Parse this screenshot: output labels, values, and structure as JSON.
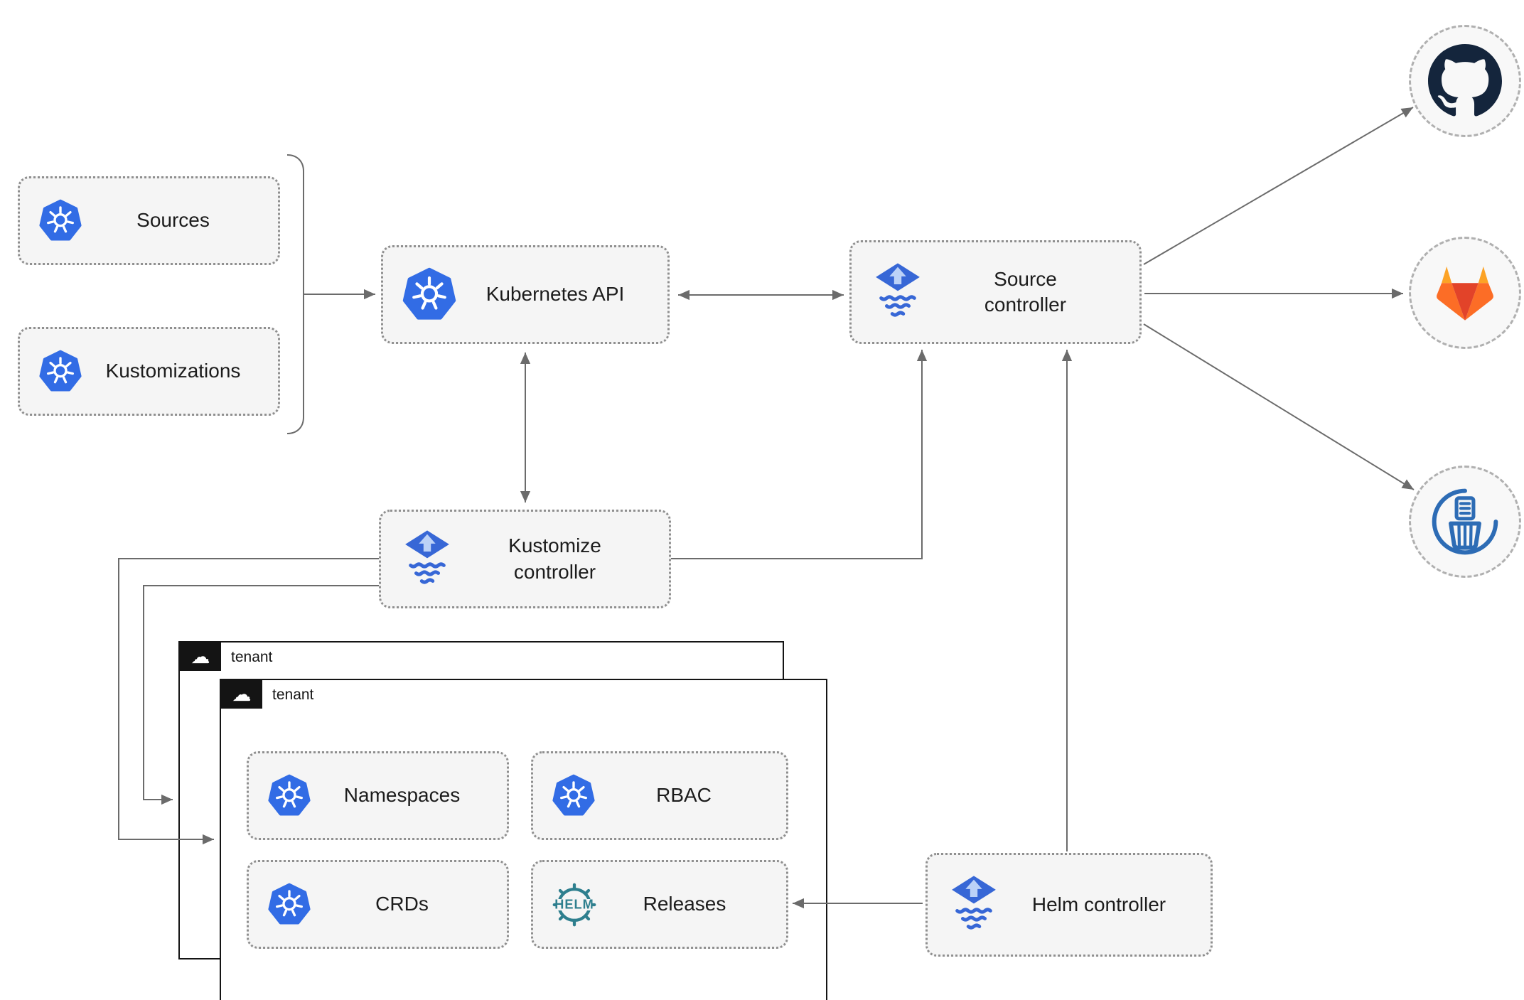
{
  "colors": {
    "kubernetes_blue": "#326ce5",
    "flux_blue": "#3767d6",
    "flux_arrow_light": "#bcd2f7",
    "helm_teal": "#2e7f8e",
    "github_dark": "#14253c",
    "gitlab_red": "#e24329",
    "gitlab_orange": "#fc6d26",
    "gitlab_yellow": "#fca326",
    "bucket_blue": "#2d6cb5",
    "connector_gray": "#6b6b6b"
  },
  "glyphs": {
    "cloud": "☁"
  },
  "nodes": {
    "sources": {
      "label": "Sources",
      "icon": "kubernetes-icon"
    },
    "kustomizations": {
      "label": "Kustomizations",
      "icon": "kubernetes-icon"
    },
    "kubernetes_api": {
      "label": "Kubernetes API",
      "icon": "kubernetes-icon"
    },
    "source_controller": {
      "label": "Source controller",
      "icon": "flux-icon"
    },
    "kustomize_controller": {
      "label": "Kustomize controller",
      "icon": "flux-icon"
    },
    "helm_controller": {
      "label": "Helm controller",
      "icon": "flux-icon"
    },
    "tenant_back": {
      "label": "tenant",
      "icon": "cloud-icon"
    },
    "tenant_front": {
      "label": "tenant",
      "icon": "cloud-icon"
    },
    "namespaces": {
      "label": "Namespaces",
      "icon": "kubernetes-icon"
    },
    "rbac": {
      "label": "RBAC",
      "icon": "kubernetes-icon"
    },
    "crds": {
      "label": "CRDs",
      "icon": "kubernetes-icon"
    },
    "releases": {
      "label": "Releases",
      "icon": "helm-icon",
      "icon_text": "HELM"
    },
    "github": {
      "icon": "github-icon"
    },
    "gitlab": {
      "icon": "gitlab-icon"
    },
    "bucket": {
      "icon": "bucket-icon"
    }
  },
  "edges": [
    {
      "from": "sources,kustomizations",
      "to": "kubernetes_api",
      "type": "arrow"
    },
    {
      "from": "kubernetes_api",
      "to": "source_controller",
      "type": "bidirectional"
    },
    {
      "from": "kubernetes_api",
      "to": "kustomize_controller",
      "type": "bidirectional"
    },
    {
      "from": "kustomize_controller",
      "to": "source_controller",
      "type": "arrow"
    },
    {
      "from": "helm_controller",
      "to": "source_controller",
      "type": "arrow"
    },
    {
      "from": "source_controller",
      "to": "github",
      "type": "arrow"
    },
    {
      "from": "source_controller",
      "to": "gitlab",
      "type": "arrow"
    },
    {
      "from": "source_controller",
      "to": "bucket",
      "type": "arrow"
    },
    {
      "from": "kustomize_controller",
      "to": "tenant_front",
      "type": "arrow"
    },
    {
      "from": "kustomize_controller",
      "to": "tenant_back",
      "type": "arrow"
    },
    {
      "from": "helm_controller",
      "to": "releases",
      "type": "arrow"
    }
  ]
}
